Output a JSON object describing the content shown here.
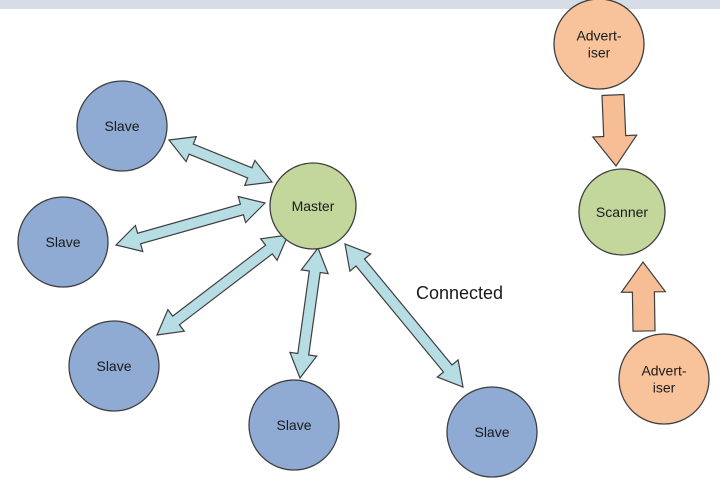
{
  "colors": {
    "slave_fill": "#8fabd4",
    "master_fill": "#c3d69b",
    "advertiser_fill": "#f8c39a",
    "node_stroke": "#3f3f3f",
    "connection_arrow_fill": "#b6dde4",
    "advertising_arrow_fill": "#f7be96",
    "top_bar": "#d6dde6"
  },
  "diagram": {
    "master": {
      "label": "Master"
    },
    "slaves": [
      {
        "label": "Slave"
      },
      {
        "label": "Slave"
      },
      {
        "label": "Slave"
      },
      {
        "label": "Slave"
      },
      {
        "label": "Slave"
      }
    ],
    "connected_label": "Connected",
    "scanner": {
      "label": "Scanner"
    },
    "advertisers": [
      {
        "label_lines": [
          "Advert-",
          "iser"
        ]
      },
      {
        "label_lines": [
          "Advert-",
          "iser"
        ]
      }
    ]
  }
}
